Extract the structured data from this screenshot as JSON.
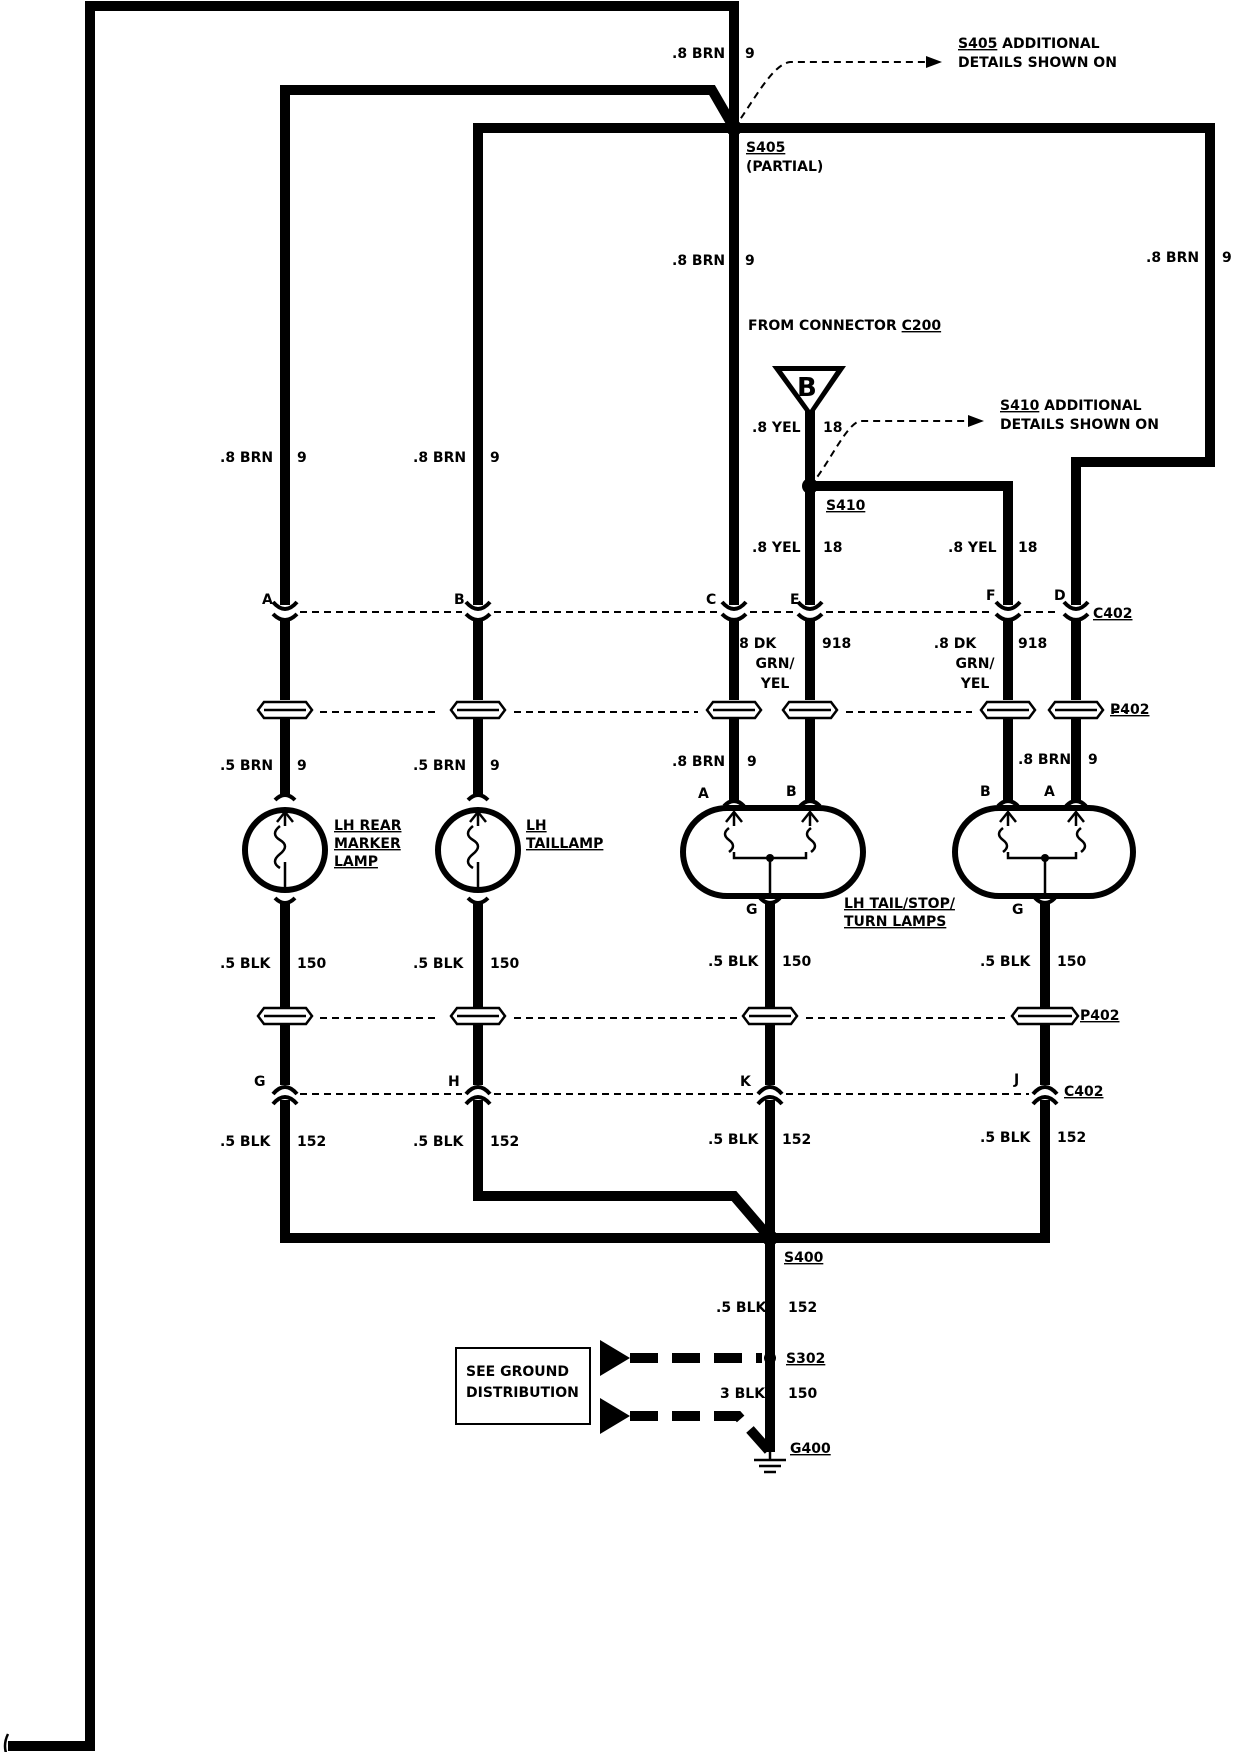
{
  "splices": {
    "s405": "S405",
    "s405_partial": "(PARTIAL)",
    "s405_note": "S405 ADDITIONAL\nDETAILS SHOWN ON",
    "s410": "S410",
    "s410_note": "S410 ADDITIONAL\nDETAILS SHOWN ON",
    "s400": "S400",
    "s302": "S302"
  },
  "ground": {
    "g400": "G400",
    "box_text": "SEE GROUND\nDISTRIBUTION"
  },
  "source": {
    "from_connector": "FROM CONNECTOR C200",
    "letter": "B"
  },
  "connectors": {
    "c402": "C402",
    "p402": "P402"
  },
  "pins": {
    "a": "A",
    "b": "B",
    "c": "C",
    "e": "E",
    "f": "F",
    "d": "D",
    "g": "G",
    "h": "H",
    "k": "K",
    "j": "J",
    "lamp_a": "A",
    "lamp_b": "B",
    "lamp_g": "G"
  },
  "wires": {
    "brn08": ".8 BRN",
    "n9": "9",
    "yel08": ".8 YEL",
    "n18": "18",
    "dkgrn08": ".8 DK\nGRN/\nYEL",
    "n918": "918",
    "brn05": ".5 BRN",
    "blk05": ".5 BLK",
    "n150": "150",
    "n152": "152",
    "blk3": "3 BLK"
  },
  "components": {
    "rear_marker": "LH REAR\nMARKER\nLAMP",
    "taillamp": "LH\nTAILLAMP",
    "tail_stop_turn": "LH TAIL/STOP/\nTURN LAMPS"
  }
}
